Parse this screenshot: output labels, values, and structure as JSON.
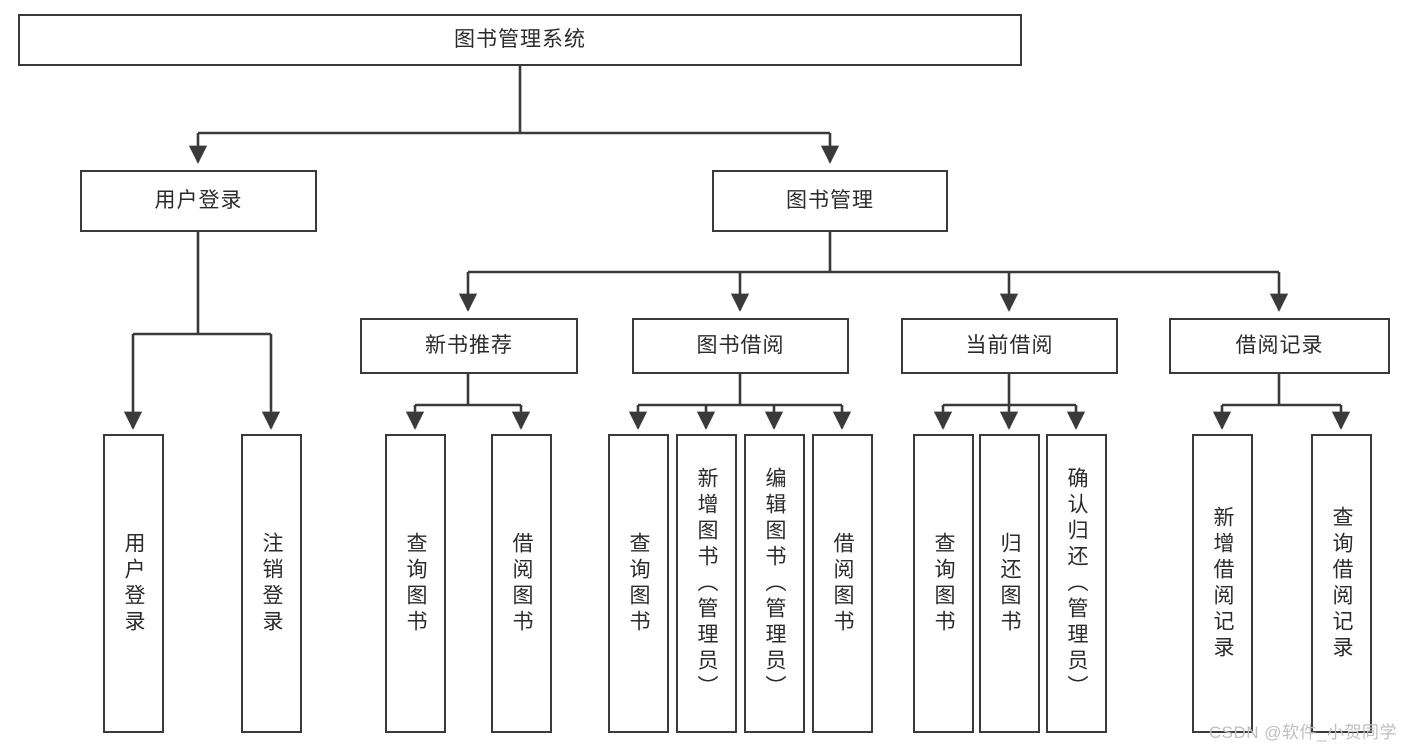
{
  "diagram": {
    "title": "图书管理系统",
    "type": "tree-hierarchy",
    "root": {
      "label": "图书管理系统"
    },
    "level2": [
      {
        "label": "用户登录"
      },
      {
        "label": "图书管理"
      }
    ],
    "level3": [
      {
        "label": "新书推荐"
      },
      {
        "label": "图书借阅"
      },
      {
        "label": "当前借阅"
      },
      {
        "label": "借阅记录"
      }
    ],
    "leaves_user_login": [
      {
        "label": "用户登录"
      },
      {
        "label": "注销登录"
      }
    ],
    "leaves_new_book": [
      {
        "label": "查询图书"
      },
      {
        "label": "借阅图书"
      }
    ],
    "leaves_borrow": [
      {
        "label": "查询图书"
      },
      {
        "label": "新增图书（管理员）"
      },
      {
        "label": "编辑图书（管理员）"
      },
      {
        "label": "借阅图书"
      }
    ],
    "leaves_current": [
      {
        "label": "查询图书"
      },
      {
        "label": "归还图书"
      },
      {
        "label": "确认归还（管理员）"
      }
    ],
    "leaves_record": [
      {
        "label": "新增借阅记录"
      },
      {
        "label": "查询借阅记录"
      }
    ]
  },
  "watermark": {
    "text": "CSDN @软件_小贺同学"
  },
  "colors": {
    "border": "#3a3a3a",
    "text": "#2b2b2b",
    "background": "#ffffff",
    "watermark": "#bfbfbf"
  }
}
